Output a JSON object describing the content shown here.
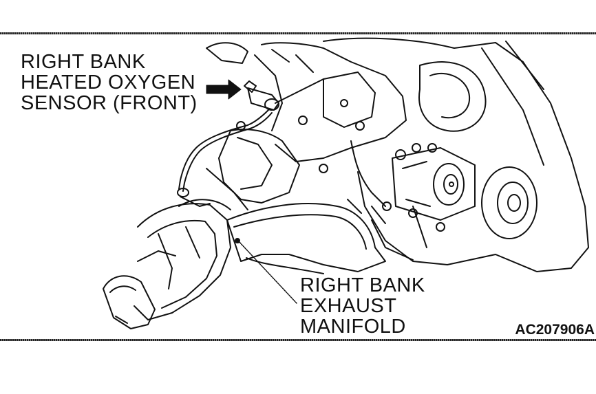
{
  "figure": {
    "sensor_label": [
      "RIGHT BANK",
      "HEATED OXYGEN",
      "SENSOR (FRONT)"
    ],
    "manifold_label": [
      "RIGHT BANK",
      "EXHAUST",
      "MANIFOLD"
    ],
    "figure_code": "AC207906A"
  }
}
